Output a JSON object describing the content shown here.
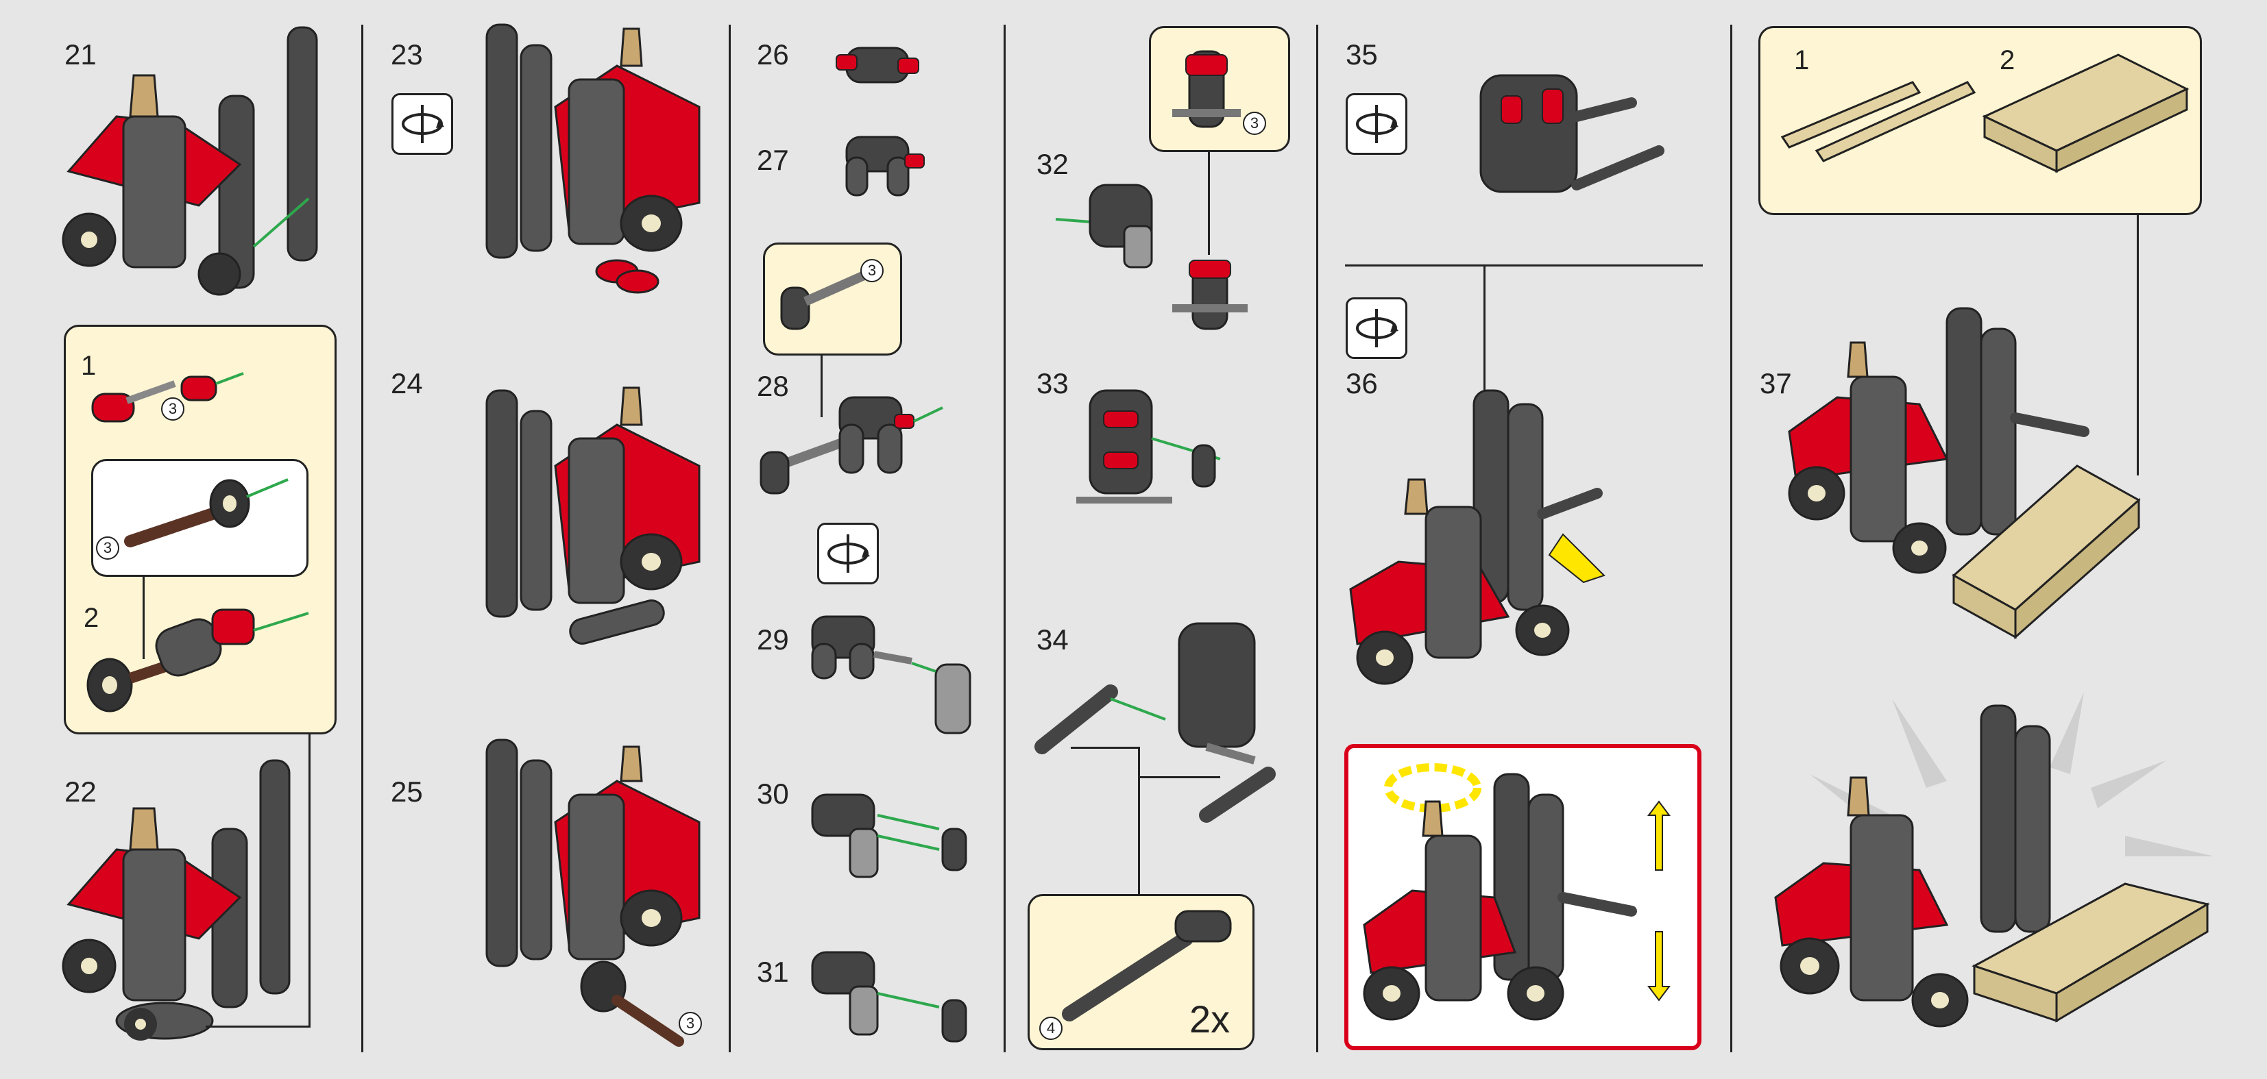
{
  "steps": {
    "s21": "21",
    "s22": "22",
    "s23": "23",
    "s24": "24",
    "s25": "25",
    "s26": "26",
    "s27": "27",
    "s28": "28",
    "s29": "29",
    "s30": "30",
    "s31": "31",
    "s32": "32",
    "s33": "33",
    "s34": "34",
    "s35": "35",
    "s36": "36",
    "s37": "37"
  },
  "substeps": {
    "c21_1": "1",
    "c21_2": "2",
    "c37_1": "1",
    "c37_2": "2"
  },
  "quantities": {
    "q21_axle": "3",
    "q21_inner": "3",
    "q25_axle": "3",
    "q28": "3",
    "q32": "3",
    "q34": "4"
  },
  "multiplier": "2x",
  "icons": {
    "rotate": "rotate-model-icon",
    "arrow": "arrow-icon"
  },
  "colors": {
    "background": "#e6e6e6",
    "callout": "#fdf5d3",
    "red_brick": "#d9001b",
    "dark_gray": "#4a4a4a",
    "tan": "#e3d3a3",
    "green_arrow": "#2ea84d",
    "yellow_arrow": "#ffe600"
  }
}
